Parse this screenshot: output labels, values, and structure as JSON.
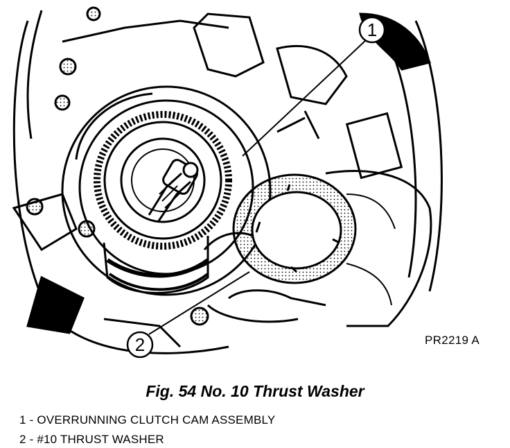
{
  "figure": {
    "code": "PR2219 A",
    "caption": "Fig. 54 No. 10 Thrust Washer"
  },
  "callouts": [
    {
      "number": "1",
      "label": "1 - OVERRUNNING CLUTCH CAM ASSEMBLY"
    },
    {
      "number": "2",
      "label": "2 - #10 THRUST WASHER"
    }
  ]
}
